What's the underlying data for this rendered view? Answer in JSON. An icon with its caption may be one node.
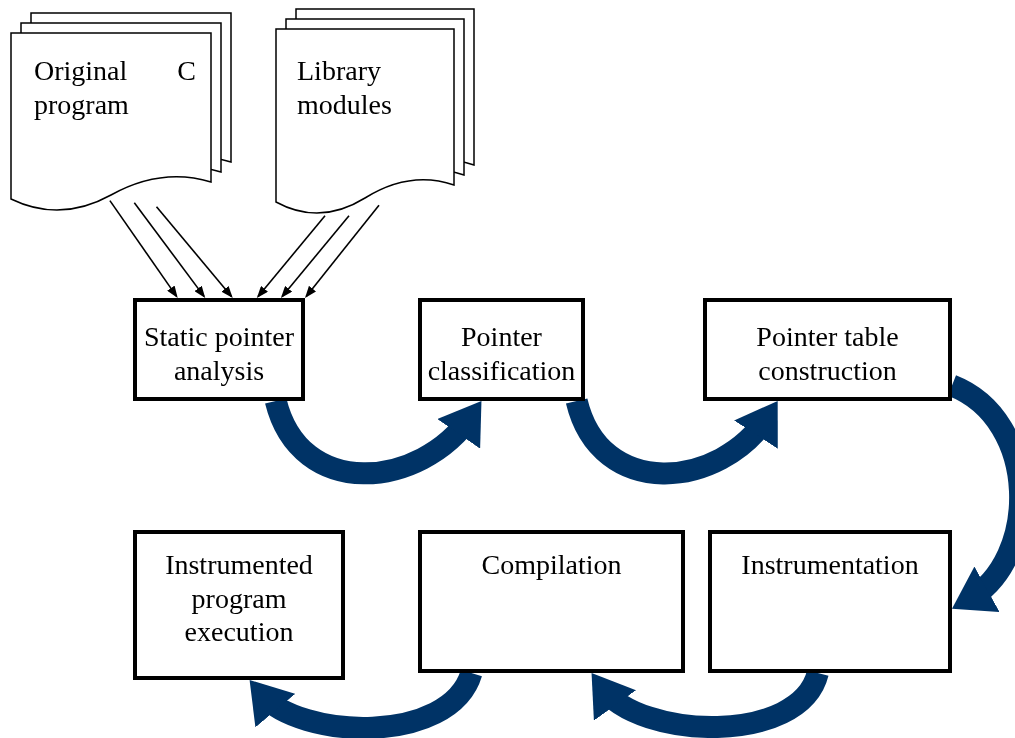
{
  "diagram": {
    "nodes": [
      {
        "text": [
          "Original C program"
        ]
      },
      {
        "text": [
          "Library modules"
        ]
      },
      {
        "text": [
          "Static pointer analysis"
        ]
      },
      {
        "text": [
          "Pointer classification"
        ]
      },
      {
        "text": [
          "Pointer table construction"
        ]
      },
      {
        "text": [
          "Instrumented program execution"
        ]
      },
      {
        "text": [
          "Compilation"
        ]
      },
      {
        "text": [
          "Instrumentation"
        ]
      }
    ],
    "edges": [
      {
        "from": 0,
        "to": 2,
        "arrow": "to"
      },
      {
        "from": 0,
        "to": 2,
        "arrow": "to"
      },
      {
        "from": 0,
        "to": 2,
        "arrow": "to"
      },
      {
        "from": 1,
        "to": 2,
        "arrow": "to"
      },
      {
        "from": 1,
        "to": 2,
        "arrow": "to"
      },
      {
        "from": 1,
        "to": 2,
        "arrow": "to"
      },
      {
        "from": 2,
        "to": 3,
        "arrow": "to",
        "style": "thick",
        "color": "#003366"
      },
      {
        "from": 3,
        "to": 4,
        "arrow": "to",
        "style": "thick",
        "color": "#003366"
      },
      {
        "from": 4,
        "to": 7,
        "arrow": "to",
        "style": "thick",
        "color": "#003366"
      },
      {
        "from": 7,
        "to": 6,
        "arrow": "to",
        "style": "thick",
        "color": "#003366"
      },
      {
        "from": 6,
        "to": 5,
        "arrow": "to",
        "style": "thick",
        "color": "#003366"
      }
    ]
  }
}
